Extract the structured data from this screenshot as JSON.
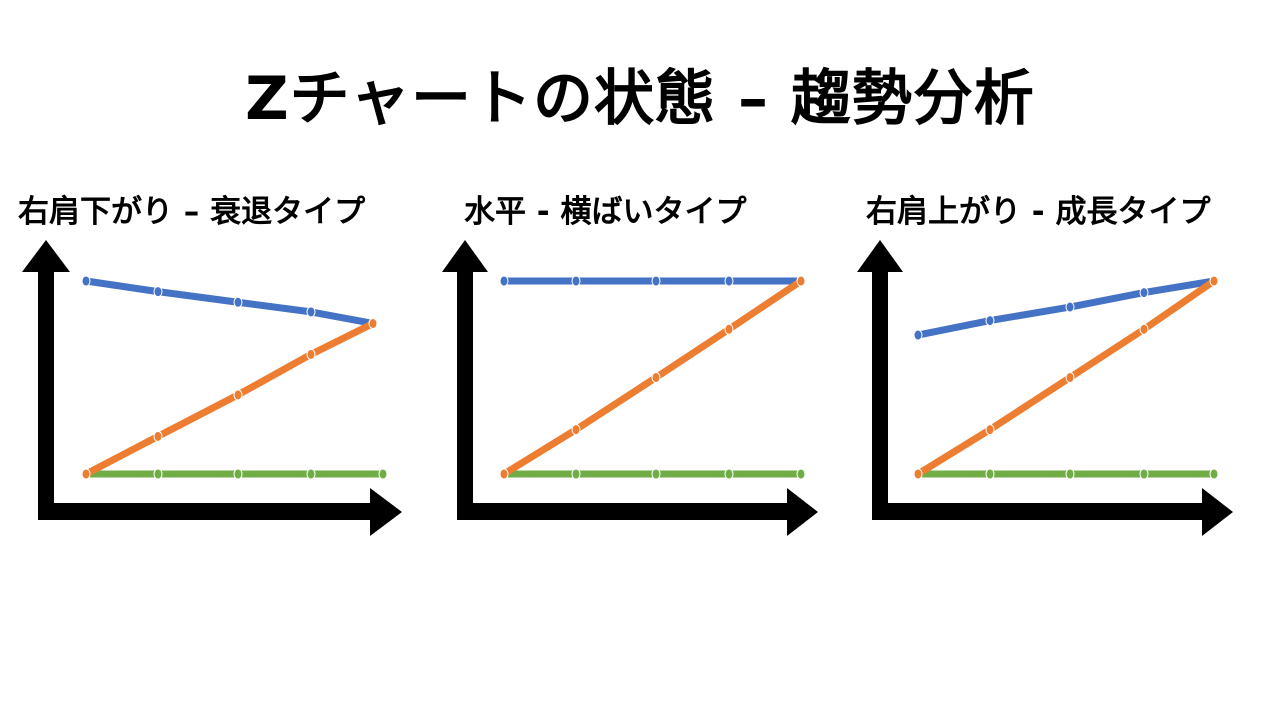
{
  "slide": {
    "title": "Zチャートの状態 – 趨勢分析",
    "panels": [
      {
        "subtitle": "右肩下がり – 衰退タイプ"
      },
      {
        "subtitle": "水平 - 横ばいタイプ"
      },
      {
        "subtitle": "右肩上がり - 成長タイプ"
      }
    ]
  },
  "colors": {
    "moving_total": "#4472C4",
    "cumulative": "#ED7D31",
    "monthly": "#70AD47",
    "axis": "#000000"
  },
  "chart_data": [
    {
      "type": "line",
      "title": "右肩下がり – 衰退タイプ",
      "x": [
        1,
        2,
        3,
        4,
        5
      ],
      "series": [
        {
          "name": "moving_total",
          "color": "#4472C4",
          "values": [
            100,
            94.5,
            89,
            84,
            78
          ]
        },
        {
          "name": "cumulative",
          "color": "#ED7D31",
          "values": [
            0,
            19.5,
            41,
            62,
            78
          ]
        },
        {
          "name": "monthly",
          "color": "#70AD47",
          "values": [
            0,
            0,
            0,
            0,
            0
          ]
        }
      ],
      "xlabel": "",
      "ylabel": "",
      "grid": false,
      "legend": "none"
    },
    {
      "type": "line",
      "title": "水平 - 横ばいタイプ",
      "x": [
        1,
        2,
        3,
        4,
        5
      ],
      "series": [
        {
          "name": "moving_total",
          "color": "#4472C4",
          "values": [
            100,
            100,
            100,
            100,
            100
          ]
        },
        {
          "name": "cumulative",
          "color": "#ED7D31",
          "values": [
            0,
            23,
            50,
            75,
            100
          ]
        },
        {
          "name": "monthly",
          "color": "#70AD47",
          "values": [
            0,
            0,
            0,
            0,
            0
          ]
        }
      ],
      "xlabel": "",
      "ylabel": "",
      "grid": false,
      "legend": "none"
    },
    {
      "type": "line",
      "title": "右肩上がり - 成長タイプ",
      "x": [
        1,
        2,
        3,
        4,
        5
      ],
      "series": [
        {
          "name": "moving_total",
          "color": "#4472C4",
          "values": [
            72,
            79.5,
            86.5,
            94,
            100
          ]
        },
        {
          "name": "cumulative",
          "color": "#ED7D31",
          "values": [
            0,
            23,
            50,
            75,
            100
          ]
        },
        {
          "name": "monthly",
          "color": "#70AD47",
          "values": [
            0,
            0,
            0,
            0,
            0
          ]
        }
      ],
      "xlabel": "",
      "ylabel": "",
      "grid": false,
      "legend": "none"
    }
  ]
}
